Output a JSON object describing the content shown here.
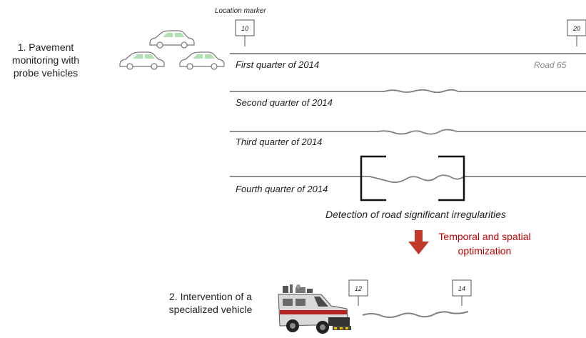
{
  "header": {
    "location_marker_label": "Location marker"
  },
  "step1": {
    "line1": "1. Pavement",
    "line2": "monitoring with",
    "line3": "probe vehicles"
  },
  "markers_top": {
    "start": "10",
    "end": "20"
  },
  "road_name": "Road 65",
  "quarters": [
    {
      "label": "First quarter of 2014"
    },
    {
      "label": "Second quarter of 2014"
    },
    {
      "label": "Third quarter of 2014"
    },
    {
      "label": "Fourth quarter of 2014"
    }
  ],
  "detection_text": "Detection of road significant irregularities",
  "optimization": {
    "line1": "Temporal and spatial",
    "line2": "optimization"
  },
  "step2": {
    "line1": "2. Intervention of a",
    "line2": "specialized vehicle"
  },
  "markers_bottom": {
    "start": "12",
    "end": "14"
  },
  "colors": {
    "accent": "#c00000",
    "road": "#7f7f7f",
    "car_window": "#8fd18f"
  },
  "icons": [
    "car-icon",
    "specialized-vehicle-icon",
    "down-arrow-icon"
  ]
}
